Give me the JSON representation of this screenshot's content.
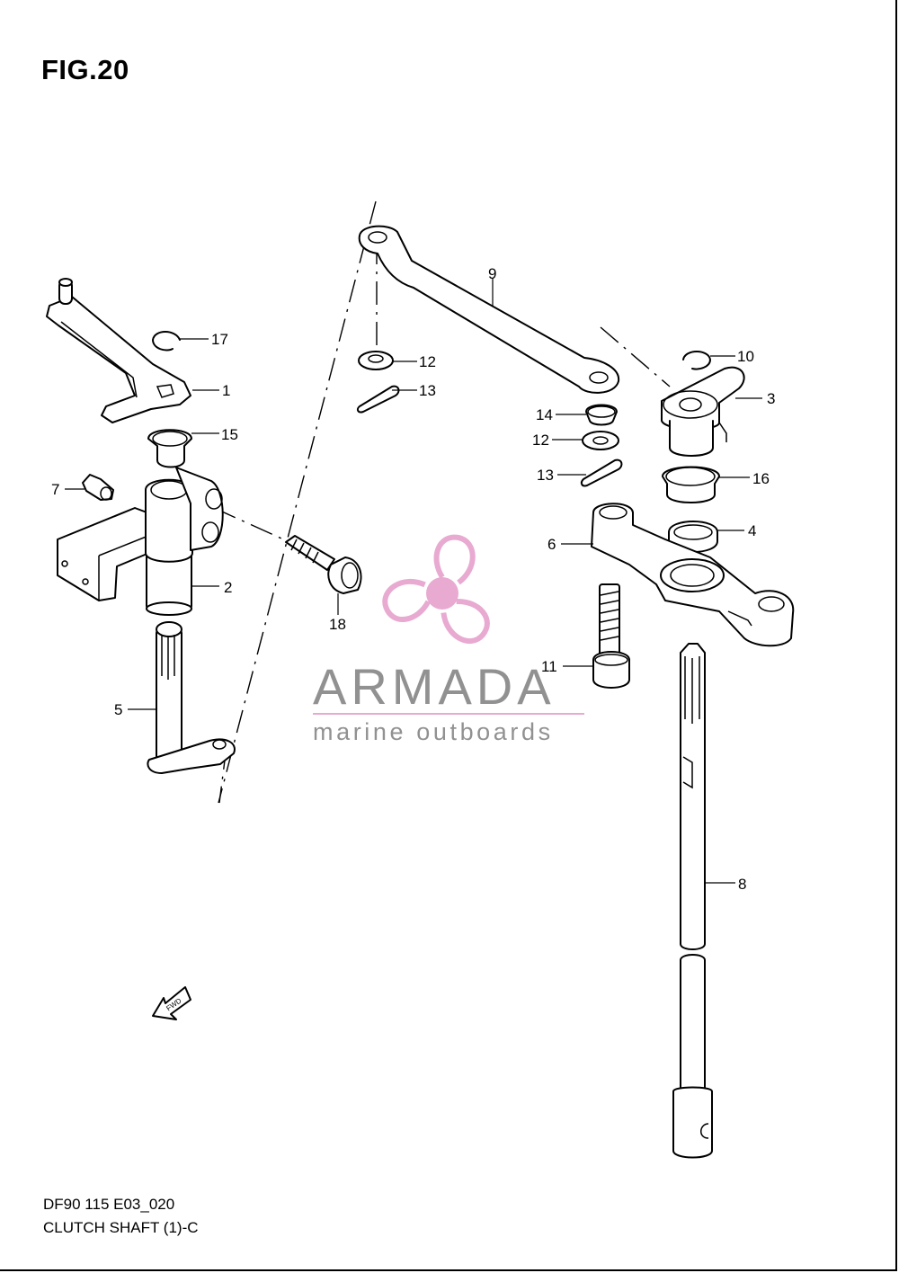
{
  "figure": {
    "title": "FIG.20",
    "code": "DF90 115 E03_020",
    "caption": "CLUTCH SHAFT (1)-C"
  },
  "watermark": {
    "brand": "ARMADA",
    "tagline": "marine outboards",
    "color_pink": "#e7a6cf",
    "color_gray": "#8c8c8c"
  },
  "fwd_arrow_label": "FWD",
  "callouts": [
    {
      "id": "c1",
      "label": "1"
    },
    {
      "id": "c2",
      "label": "2"
    },
    {
      "id": "c3",
      "label": "3"
    },
    {
      "id": "c4",
      "label": "4"
    },
    {
      "id": "c5",
      "label": "5"
    },
    {
      "id": "c6",
      "label": "6"
    },
    {
      "id": "c7",
      "label": "7"
    },
    {
      "id": "c8",
      "label": "8"
    },
    {
      "id": "c9",
      "label": "9"
    },
    {
      "id": "c10",
      "label": "10"
    },
    {
      "id": "c11",
      "label": "11"
    },
    {
      "id": "c12a",
      "label": "12"
    },
    {
      "id": "c12b",
      "label": "12"
    },
    {
      "id": "c13a",
      "label": "13"
    },
    {
      "id": "c13b",
      "label": "13"
    },
    {
      "id": "c14",
      "label": "14"
    },
    {
      "id": "c15",
      "label": "15"
    },
    {
      "id": "c16",
      "label": "16"
    },
    {
      "id": "c17",
      "label": "17"
    },
    {
      "id": "c18",
      "label": "18"
    }
  ]
}
